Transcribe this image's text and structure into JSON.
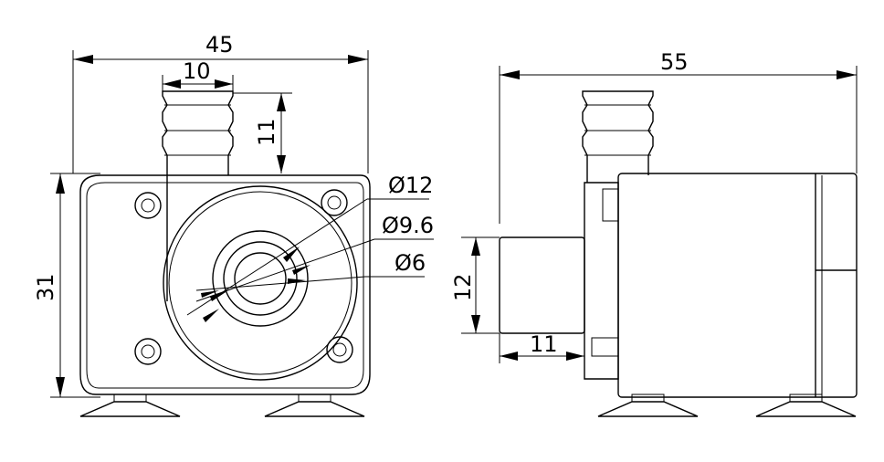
{
  "front_view": {
    "width_label": "45",
    "nozzle_width_label": "10",
    "nozzle_height_label": "11",
    "height_label": "31",
    "outer_diameter_label": "Ø12",
    "middle_diameter_label": "Ø9.6",
    "inner_diameter_label": "Ø6"
  },
  "side_view": {
    "length_label": "55",
    "inlet_diameter_label": "12",
    "inlet_length_label": "11"
  },
  "colors": {
    "line": "#000000",
    "background": "#ffffff"
  }
}
